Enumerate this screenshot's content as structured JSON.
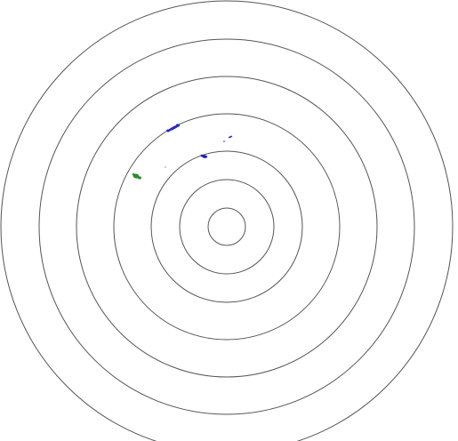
{
  "plot": {
    "background": "#ffffff",
    "ring_color": "#555555",
    "ring_count": 7
  },
  "echoes": [
    {
      "kind": "blue-streak",
      "color": "#2a2ac8"
    },
    {
      "kind": "blue-cluster",
      "color": "#2020c0"
    },
    {
      "kind": "blue-dash",
      "color": "#3a3ad0"
    },
    {
      "kind": "blue-dot",
      "color": "#4a4ad8"
    },
    {
      "kind": "green-cluster",
      "color": "#2e8b2e"
    },
    {
      "kind": "blue-speck",
      "color": "#6a6ae0"
    }
  ]
}
